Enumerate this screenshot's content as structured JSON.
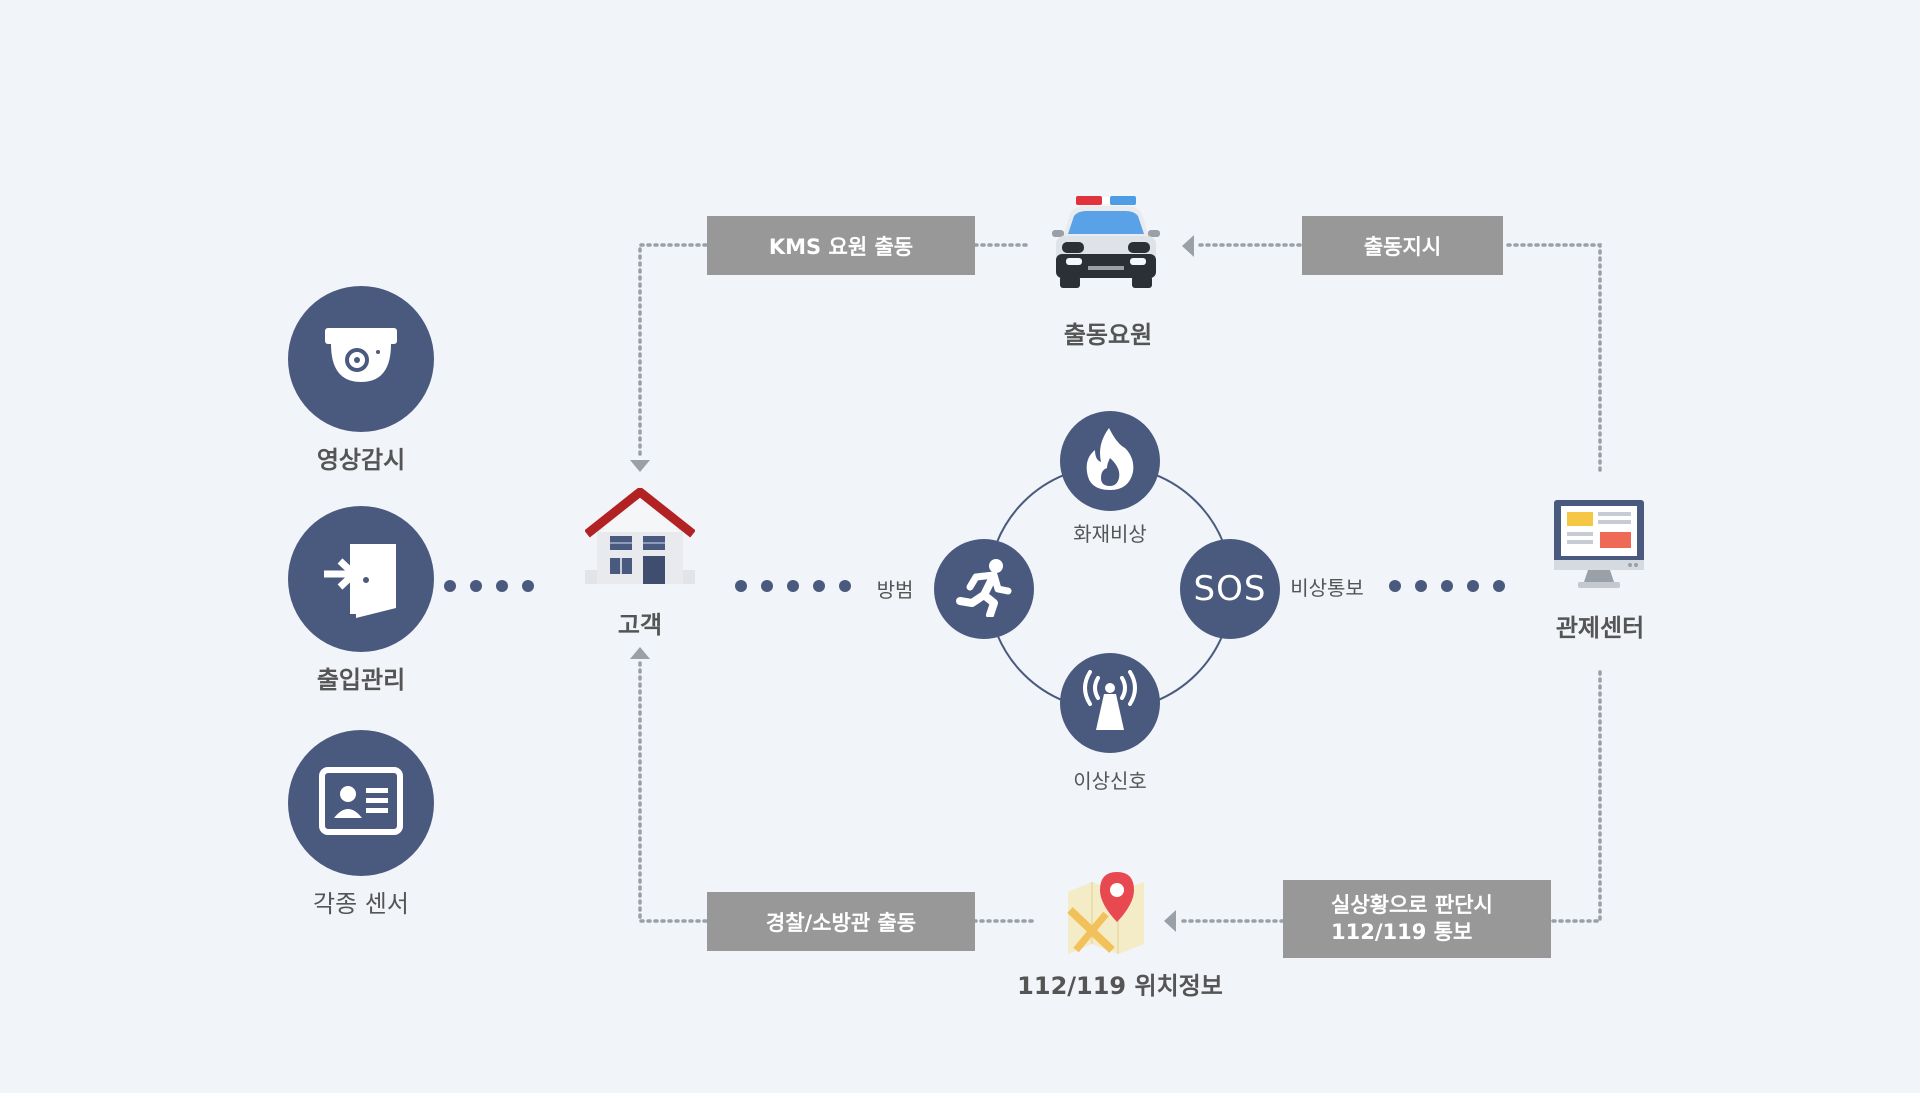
{
  "colors": {
    "background": "#f1f4f8",
    "circle": "#4a5a7e",
    "box": "#989898",
    "dotted_line": "#9aa0a8"
  },
  "left_services": [
    {
      "label": "영상감시",
      "icon": "cctv-camera-icon"
    },
    {
      "label": "출입관리",
      "icon": "door-entry-icon"
    },
    {
      "label": "각종 센서",
      "icon": "id-card-icon"
    }
  ],
  "customer": {
    "label": "고객",
    "icon": "house-icon"
  },
  "dispatch_agent": {
    "label": "출동요원",
    "icon": "police-car-icon"
  },
  "control_center": {
    "label": "관제센터",
    "icon": "monitor-icon"
  },
  "location": {
    "label": "112/119 위치정보",
    "icon": "map-pin-icon"
  },
  "boxes": {
    "kms_dispatch": "KMS 요원 출동",
    "dispatch_order": "출동지시",
    "police_fire": "경찰/소방관 출동",
    "judge_line1": "실상황으로 판단시",
    "judge_line2": "112/119 통보"
  },
  "events": {
    "fire": {
      "label": "화재비상",
      "icon": "fire-icon"
    },
    "crime": {
      "label": "방범",
      "icon": "running-person-icon"
    },
    "emergency": {
      "label": "비상통보",
      "icon_text": "SOS"
    },
    "abnormal": {
      "label": "이상신호",
      "icon": "signal-tower-icon"
    }
  }
}
